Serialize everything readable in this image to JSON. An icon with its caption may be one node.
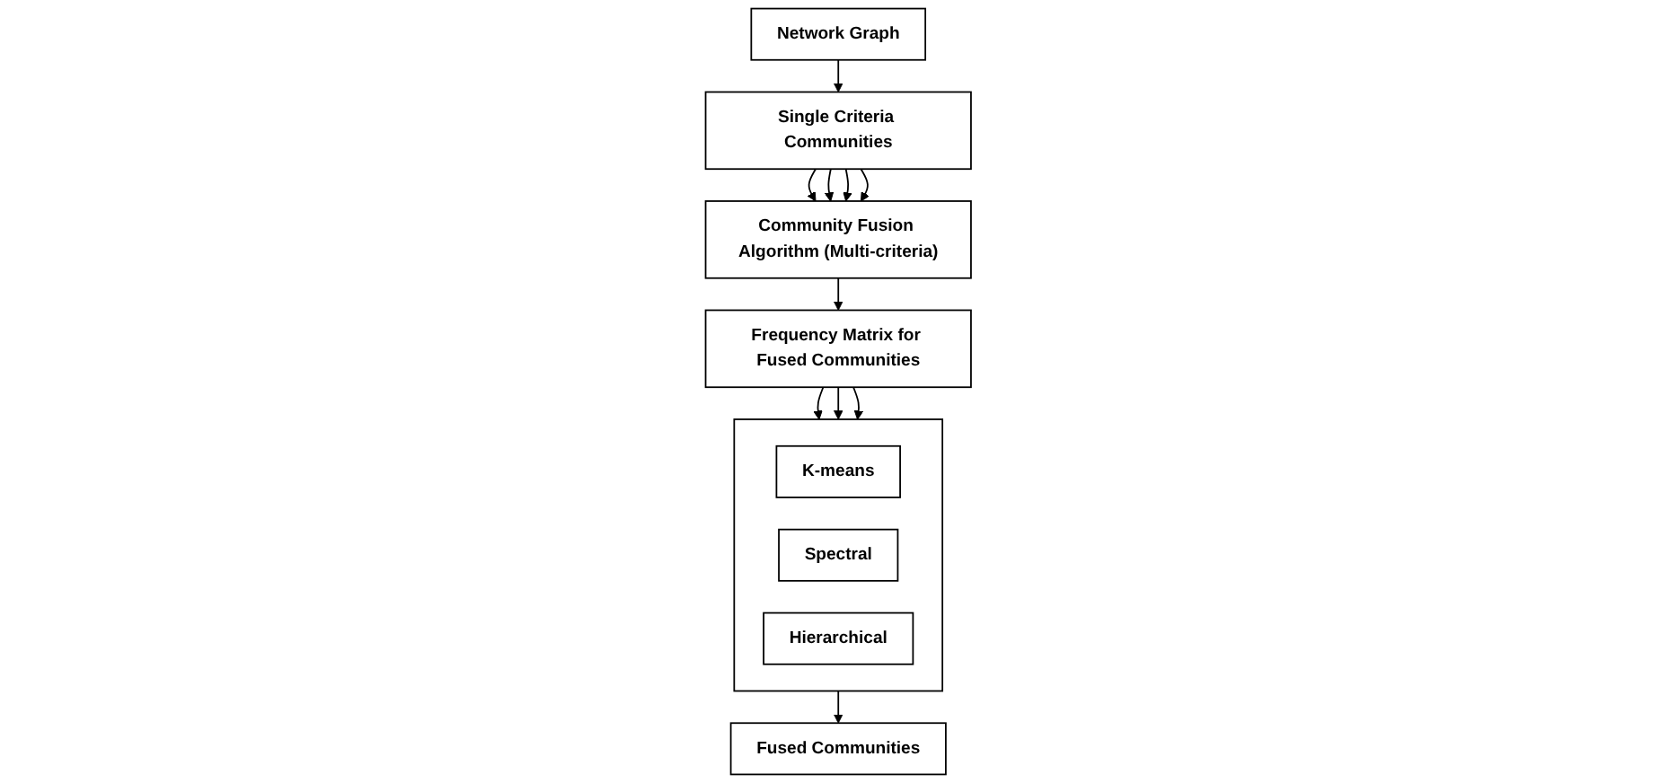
{
  "diagram": {
    "nodes": [
      {
        "text": [
          "Network Graph"
        ]
      },
      {
        "text": [
          "Single Criteria Communities"
        ]
      },
      {
        "text": [
          "Community Fusion Algorithm (Multi-criteria)"
        ]
      },
      {
        "text": [
          "Frequency Matrix for Fused Communities"
        ]
      },
      {
        "text": [],
        "shape": "box"
      },
      {
        "text": [
          "K-means"
        ],
        "in": 4
      },
      {
        "text": [
          "Spectral"
        ],
        "in": 4
      },
      {
        "text": [
          "Hierarchical"
        ],
        "in": 4
      },
      {
        "text": [
          "Fused Communities"
        ]
      }
    ],
    "edges": [
      {
        "from": 0,
        "to": 1,
        "arrow": "to"
      },
      {
        "from": 1,
        "to": 2,
        "arrow": "to"
      },
      {
        "from": 1,
        "to": 2,
        "arrow": "to"
      },
      {
        "from": 1,
        "to": 2,
        "arrow": "to"
      },
      {
        "from": 1,
        "to": 2,
        "arrow": "to"
      },
      {
        "from": 2,
        "to": 3,
        "arrow": "to"
      },
      {
        "from": 3,
        "to": 4,
        "arrow": "to"
      },
      {
        "from": 3,
        "to": 4,
        "arrow": "to"
      },
      {
        "from": 3,
        "to": 4,
        "arrow": "to"
      },
      {
        "from": 4,
        "to": 8,
        "arrow": "to"
      }
    ]
  }
}
